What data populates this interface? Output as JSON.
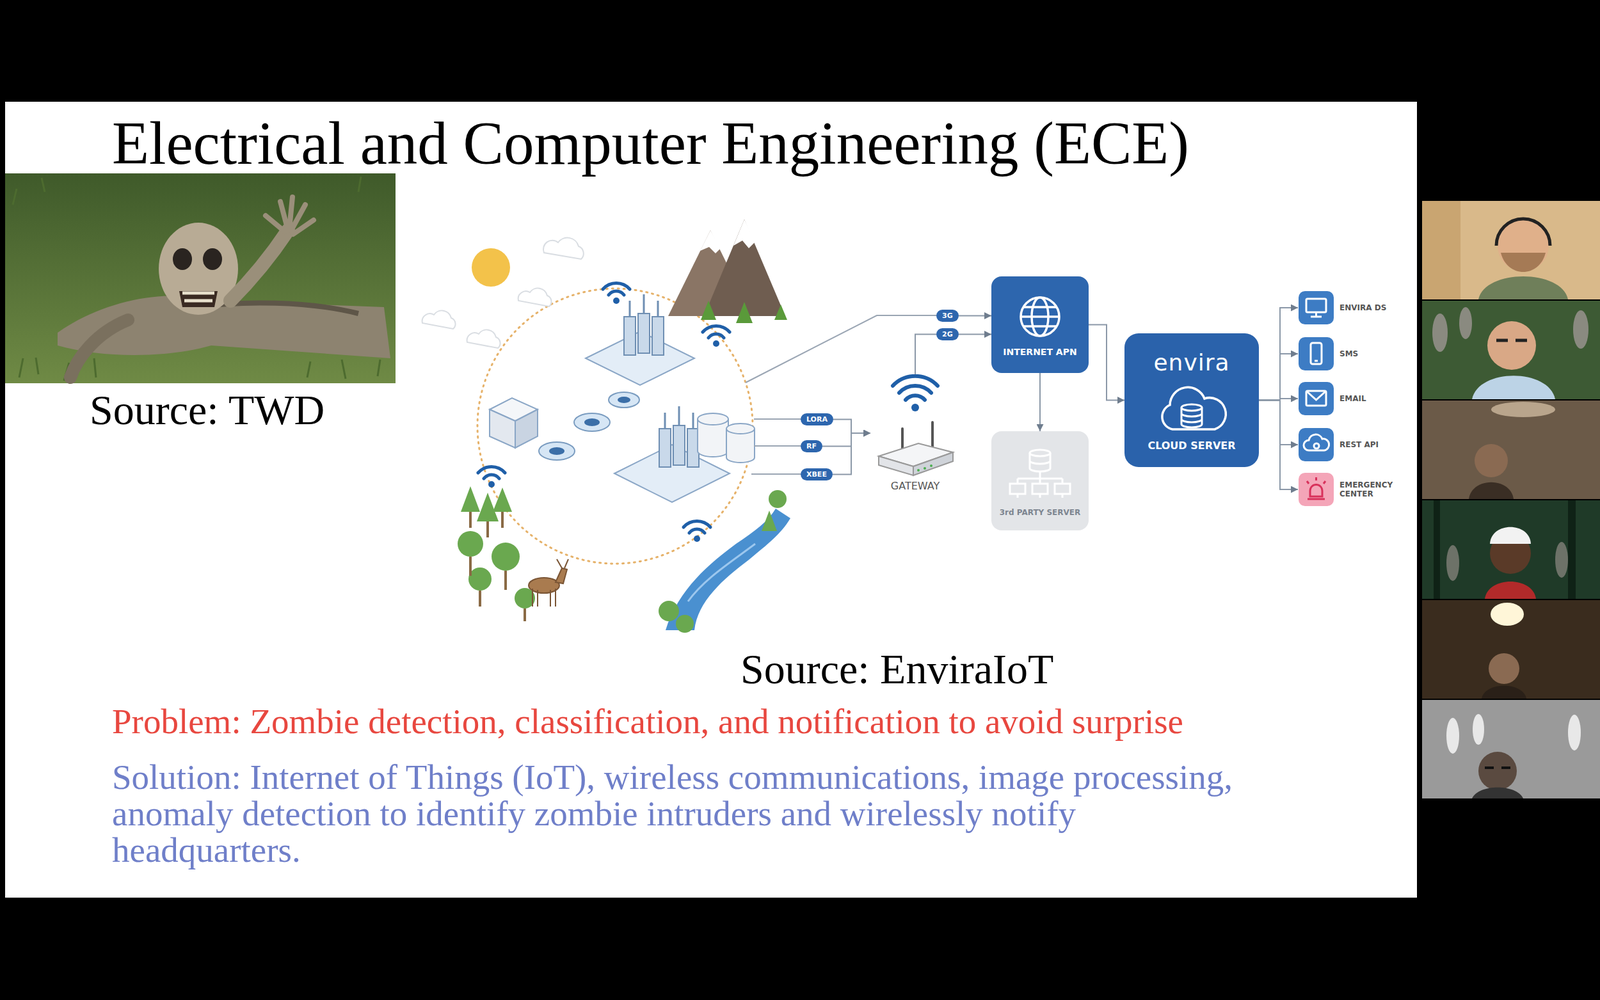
{
  "diagram": {
    "title": "Electrical and Computer Engineering (ECE)",
    "nodes": [
      {
        "text": [
          "LORA"
        ]
      },
      {
        "text": [
          "RF"
        ]
      },
      {
        "text": [
          "XBEE"
        ]
      },
      {
        "text": [
          "GATEWAY"
        ]
      },
      {
        "text": [
          "3G"
        ]
      },
      {
        "text": [
          "2G"
        ]
      },
      {
        "text": [
          "INTERNET APN"
        ]
      },
      {
        "text": [
          "3rd PARTY SERVER"
        ]
      },
      {
        "text": [
          "envira",
          "CLOUD SERVER"
        ]
      },
      {
        "text": [
          "ENVIRA DS"
        ]
      },
      {
        "text": [
          "SMS"
        ]
      },
      {
        "text": [
          "EMAIL"
        ]
      },
      {
        "text": [
          "REST API"
        ]
      },
      {
        "text": [
          "EMERGENCY CENTER"
        ]
      }
    ],
    "edges": [
      {
        "from": 0,
        "to": 3,
        "arrow": "to"
      },
      {
        "from": 1,
        "to": 3,
        "arrow": "to"
      },
      {
        "from": 2,
        "to": 3,
        "arrow": "to"
      },
      {
        "from": 3,
        "to": 5,
        "arrow": "none"
      },
      {
        "from": 4,
        "to": 6,
        "arrow": "to"
      },
      {
        "from": 5,
        "to": 6,
        "arrow": "to"
      },
      {
        "from": 6,
        "to": 7,
        "arrow": "to"
      },
      {
        "from": 6,
        "to": 8,
        "arrow": "to"
      },
      {
        "from": 8,
        "to": 9,
        "arrow": "to"
      },
      {
        "from": 8,
        "to": 10,
        "arrow": "to"
      },
      {
        "from": 8,
        "to": 11,
        "arrow": "to"
      },
      {
        "from": 8,
        "to": 12,
        "arrow": "to"
      },
      {
        "from": 8,
        "to": 13,
        "arrow": "to"
      }
    ],
    "labels": [
      "Source: TWD",
      "Source: EnviraIoT",
      "Problem: Zombie detection, classification, and notification to avoid surprise",
      "Solution: Internet of Things (IoT), wireless communications, image processing, anomaly detection to identify zombie intruders and wirelessly notify headquarters."
    ]
  }
}
